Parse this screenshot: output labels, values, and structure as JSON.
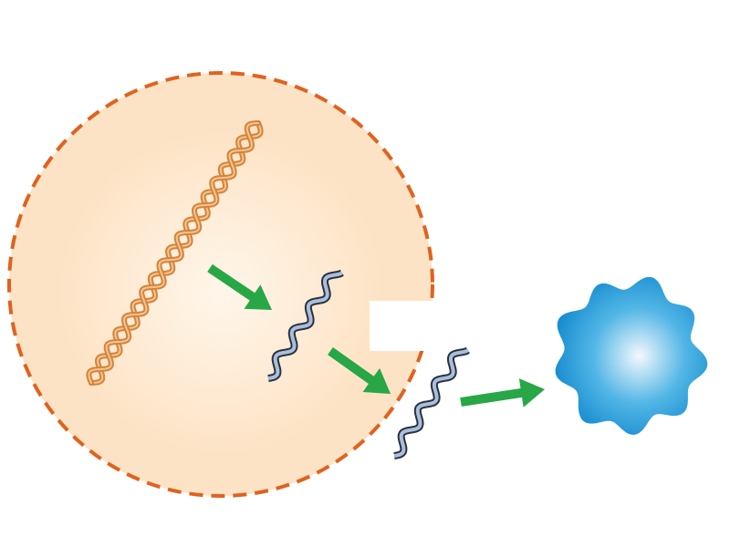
{
  "diagram": {
    "colors": {
      "background": "#ffffff",
      "nucleus_fill": "#fde3c5",
      "nucleus_edge": "#fff6ea",
      "nucleus_border": "#e0621e",
      "dna_strand": "#d2843e",
      "dna_highlight": "#f6c48a",
      "rna_outline": "#2b3140",
      "rna_fill": "#a9bfdc",
      "arrow": "#27a745",
      "protein_light": "#f4f8fc",
      "protein_mid": "#52b6e6",
      "protein_dark": "#1b8fd0"
    },
    "elements": [
      {
        "id": "nucleus",
        "icon": "dashed-circle"
      },
      {
        "id": "dna",
        "icon": "double-helix"
      },
      {
        "id": "arrow-transcription",
        "icon": "arrow"
      },
      {
        "id": "mrna-in-nucleus",
        "icon": "wavy-strand"
      },
      {
        "id": "arrow-export",
        "icon": "arrow"
      },
      {
        "id": "mrna-in-cytoplasm",
        "icon": "wavy-strand"
      },
      {
        "id": "arrow-translation",
        "icon": "arrow"
      },
      {
        "id": "protein",
        "icon": "blob"
      }
    ]
  }
}
